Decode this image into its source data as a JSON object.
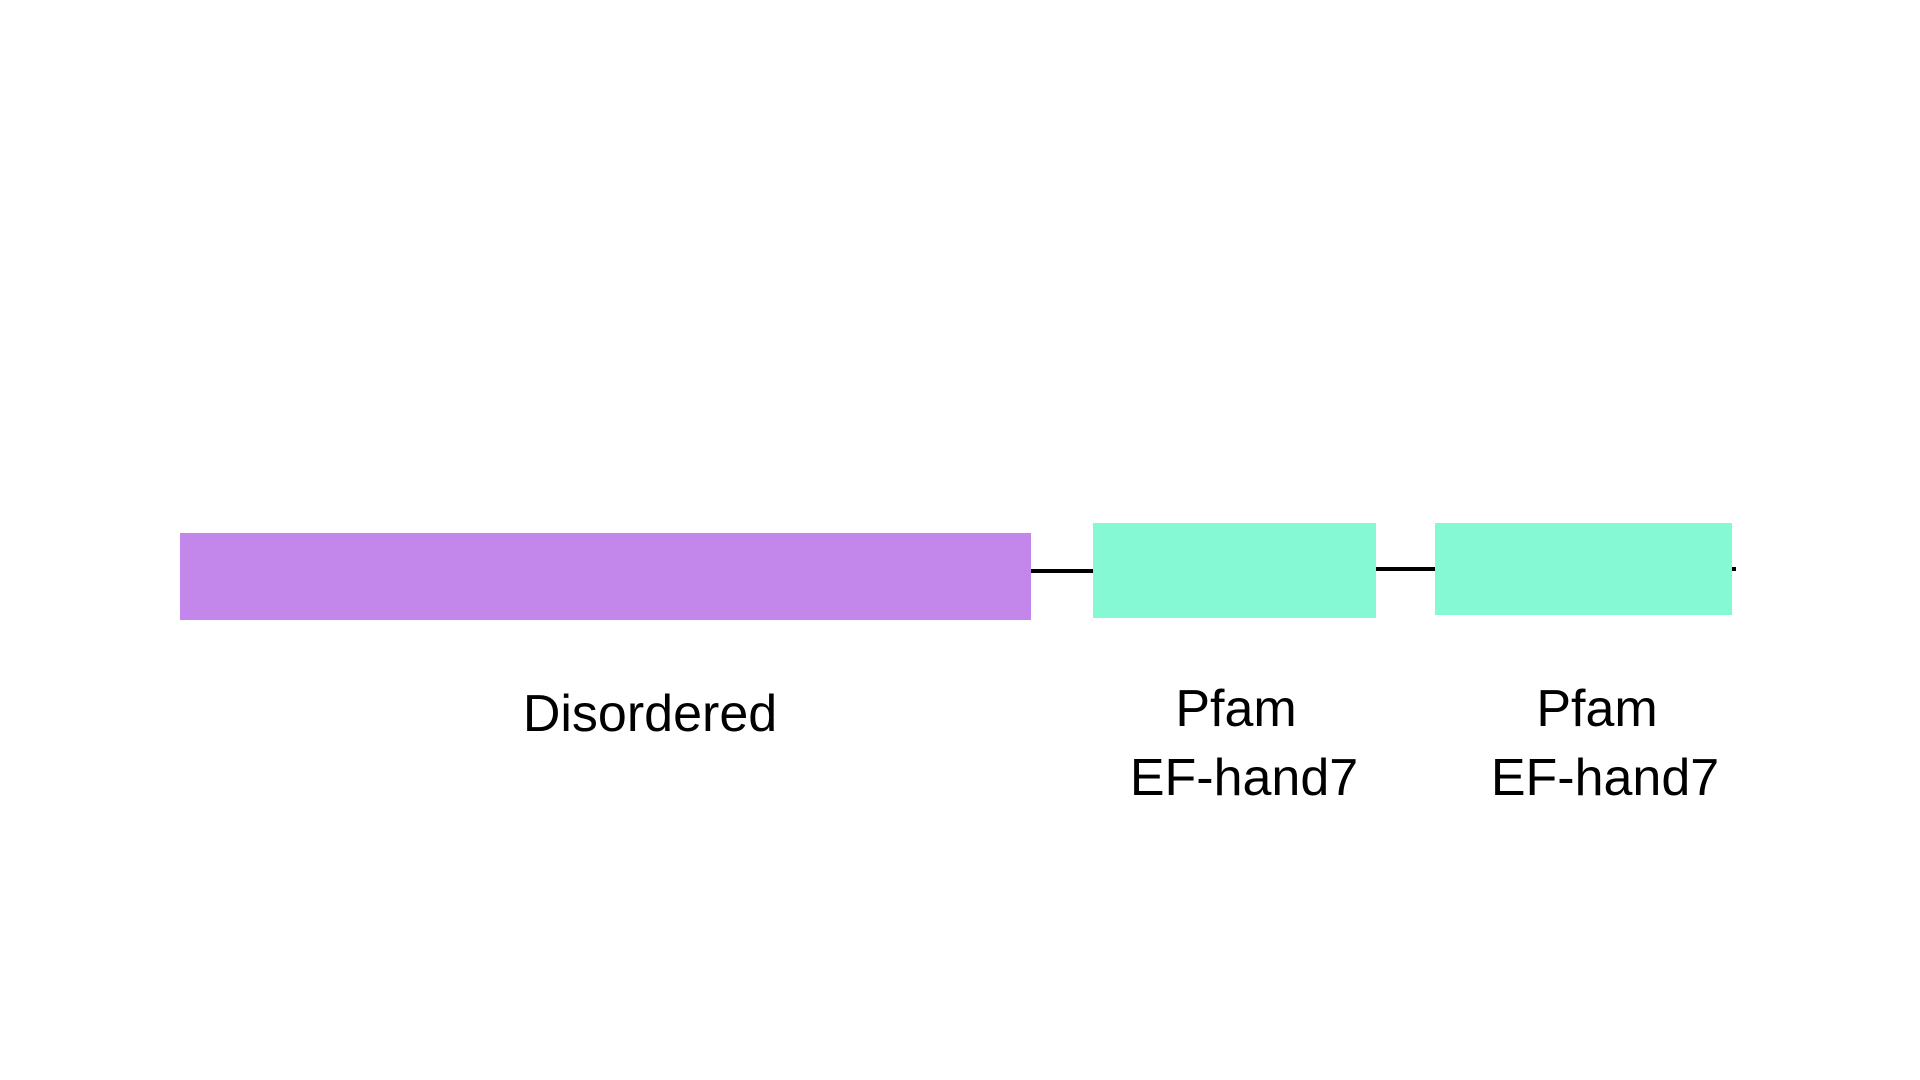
{
  "domains": [
    {
      "type": "Disordered",
      "label_lines": [
        "Disordered"
      ],
      "color": "#c387ec"
    },
    {
      "type": "Pfam",
      "label_lines": [
        "Pfam",
        "EF-hand7"
      ],
      "color": "#85f9d4"
    },
    {
      "type": "Pfam",
      "label_lines": [
        "Pfam",
        "EF-hand7"
      ],
      "color": "#85f9d4"
    }
  ],
  "backbone_color": "#000000"
}
